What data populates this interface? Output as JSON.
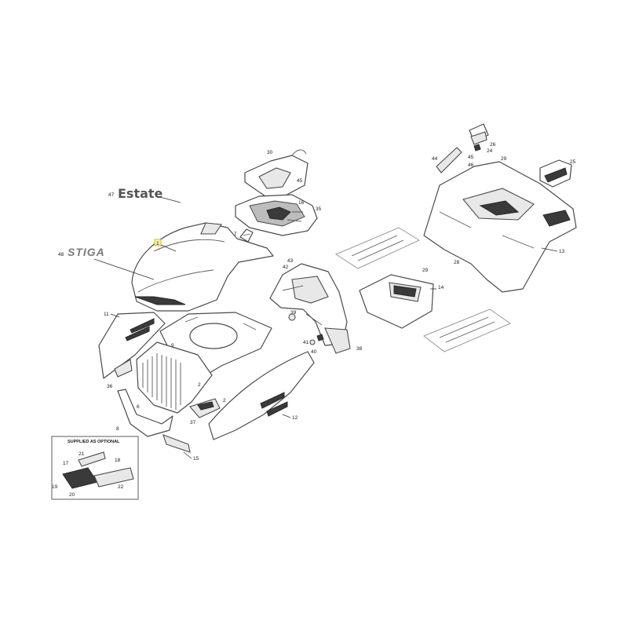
{
  "callouts": [
    {
      "id": "c1",
      "label": "1"
    },
    {
      "id": "c2a",
      "label": "2"
    },
    {
      "id": "c2b",
      "label": "2"
    },
    {
      "id": "c6",
      "label": "6"
    },
    {
      "id": "c7",
      "label": "7"
    },
    {
      "id": "c8",
      "label": "8"
    },
    {
      "id": "c9",
      "label": "9"
    },
    {
      "id": "c11",
      "label": "11"
    },
    {
      "id": "c12",
      "label": "12"
    },
    {
      "id": "c13",
      "label": "13"
    },
    {
      "id": "c14",
      "label": "14"
    },
    {
      "id": "c15",
      "label": "15"
    },
    {
      "id": "c16",
      "label": "16"
    },
    {
      "id": "c17",
      "label": "17"
    },
    {
      "id": "c18",
      "label": "18"
    },
    {
      "id": "c19",
      "label": "19"
    },
    {
      "id": "c20",
      "label": "20"
    },
    {
      "id": "c21",
      "label": "21"
    },
    {
      "id": "c22",
      "label": "22"
    },
    {
      "id": "c24",
      "label": "24"
    },
    {
      "id": "c25",
      "label": "25"
    },
    {
      "id": "c26",
      "label": "26"
    },
    {
      "id": "c28",
      "label": "28"
    },
    {
      "id": "c29a",
      "label": "29"
    },
    {
      "id": "c29b",
      "label": "29"
    },
    {
      "id": "c30",
      "label": "30"
    },
    {
      "id": "c35",
      "label": "35"
    },
    {
      "id": "c36",
      "label": "36"
    },
    {
      "id": "c37",
      "label": "37"
    },
    {
      "id": "c38",
      "label": "38"
    },
    {
      "id": "c39",
      "label": "39"
    },
    {
      "id": "c40",
      "label": "40"
    },
    {
      "id": "c41",
      "label": "41"
    },
    {
      "id": "c42",
      "label": "42"
    },
    {
      "id": "c43",
      "label": "43"
    },
    {
      "id": "c44",
      "label": "44"
    },
    {
      "id": "c45a",
      "label": "45"
    },
    {
      "id": "c45b",
      "label": "45"
    },
    {
      "id": "c46",
      "label": "46"
    },
    {
      "id": "c47",
      "label": "47"
    },
    {
      "id": "c48",
      "label": "48"
    }
  ],
  "brand": {
    "estate": "Estate",
    "stiga": "STIGA"
  },
  "optional_box": {
    "title": "SUPPLIED AS OPTIONAL"
  },
  "colors": {
    "highlight": "#fff3a0",
    "line": "#4a4a4a"
  }
}
